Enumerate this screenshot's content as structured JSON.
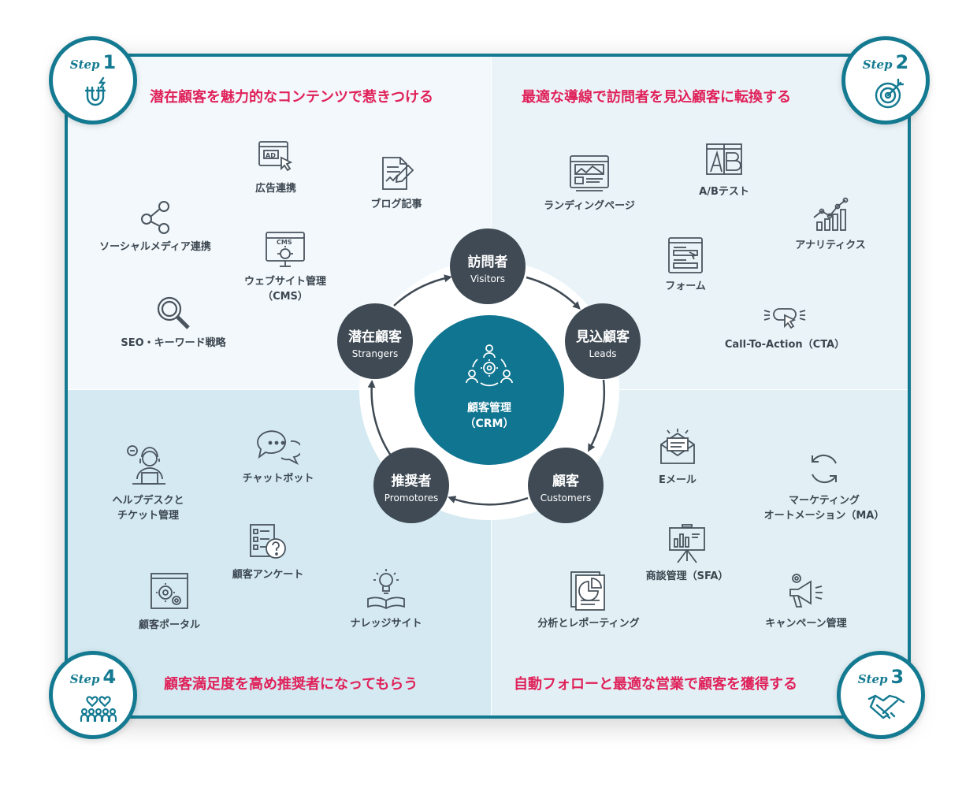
{
  "steps": [
    {
      "word": "Step",
      "number": "1",
      "heading": "潜在顧客を魅力的なコンテンツで惹きつける"
    },
    {
      "word": "Step",
      "number": "2",
      "heading": "最適な導線で訪問者を見込顧客に転換する"
    },
    {
      "word": "Step",
      "number": "3",
      "heading": "自動フォローと最適な営業で顧客を獲得する"
    },
    {
      "word": "Step",
      "number": "4",
      "heading": "顧客満足度を高め推奨者になってもらう"
    }
  ],
  "center": {
    "label": "顧客管理\n（CRM）"
  },
  "cycle": [
    {
      "jp": "訪問者",
      "en": "Visitors"
    },
    {
      "jp": "見込顧客",
      "en": "Leads"
    },
    {
      "jp": "顧客",
      "en": "Customers"
    },
    {
      "jp": "推奨者",
      "en": "Promotores"
    },
    {
      "jp": "潜在顧客",
      "en": "Strangers"
    }
  ],
  "q1_items": [
    {
      "label": "広告連携",
      "icon": "ad-icon"
    },
    {
      "label": "ブログ記事",
      "icon": "blog-icon"
    },
    {
      "label": "ソーシャルメディア連携",
      "icon": "share-icon"
    },
    {
      "label": "ウェブサイト管理\n（CMS）",
      "icon": "cms-icon"
    },
    {
      "label": "SEO・キーワード戦略",
      "icon": "magnifier-icon"
    }
  ],
  "q2_items": [
    {
      "label": "ランディングページ",
      "icon": "landing-page-icon"
    },
    {
      "label": "A/Bテスト",
      "icon": "ab-test-icon"
    },
    {
      "label": "アナリティクス",
      "icon": "analytics-icon"
    },
    {
      "label": "フォーム",
      "icon": "form-icon"
    },
    {
      "label": "Call-To-Action（CTA）",
      "icon": "cta-icon"
    }
  ],
  "q3_items": [
    {
      "label": "Eメール",
      "icon": "email-icon"
    },
    {
      "label": "マーケティング\nオートメーション（MA）",
      "icon": "automation-icon"
    },
    {
      "label": "商談管理（SFA）",
      "icon": "presentation-icon"
    },
    {
      "label": "分析とレポーティング",
      "icon": "report-icon"
    },
    {
      "label": "キャンペーン管理",
      "icon": "megaphone-icon"
    }
  ],
  "q4_items": [
    {
      "label": "チャットボット",
      "icon": "chat-icon"
    },
    {
      "label": "ヘルプデスクと\nチケット管理",
      "icon": "helpdesk-icon"
    },
    {
      "label": "顧客アンケート",
      "icon": "survey-icon"
    },
    {
      "label": "顧客ポータル",
      "icon": "portal-icon"
    },
    {
      "label": "ナレッジサイト",
      "icon": "knowledge-icon"
    }
  ],
  "colors": {
    "frame": "#147a91",
    "heading": "#e0215a",
    "node": "#3f4a54",
    "center": "#0f7590"
  }
}
